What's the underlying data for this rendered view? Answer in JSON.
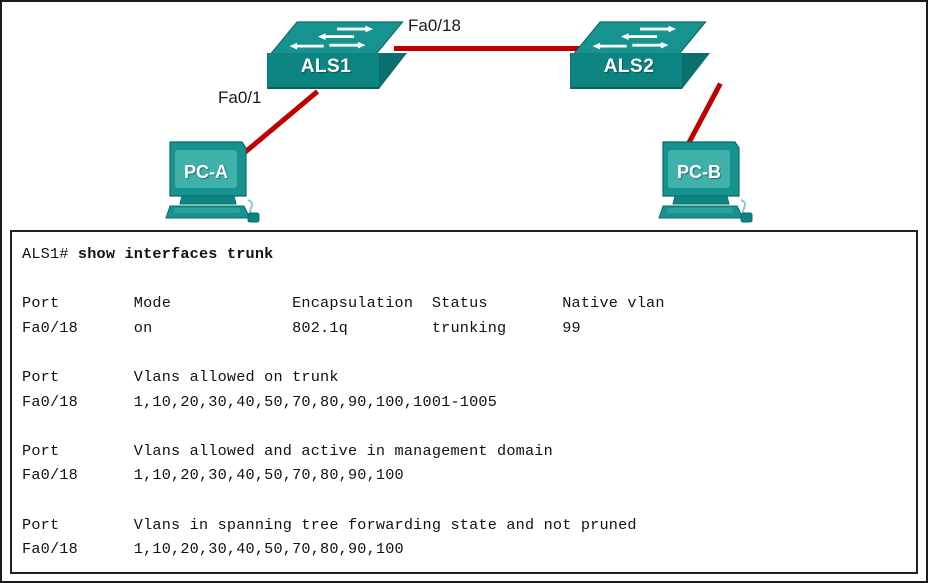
{
  "topology": {
    "devices": [
      {
        "id": "ALS1",
        "type": "switch",
        "label": "ALS1"
      },
      {
        "id": "ALS2",
        "type": "switch",
        "label": "ALS2"
      },
      {
        "id": "PC-A",
        "type": "pc",
        "label": "PC-A"
      },
      {
        "id": "PC-B",
        "type": "pc",
        "label": "PC-B"
      }
    ],
    "links": [
      {
        "from": "ALS1",
        "to": "ALS2",
        "label": "Fa0/18"
      },
      {
        "from": "ALS1",
        "to": "PC-A",
        "label": "Fa0/1"
      },
      {
        "from": "ALS2",
        "to": "PC-B",
        "label": ""
      }
    ],
    "labels": {
      "fa0_18": "Fa0/18",
      "fa0_1": "Fa0/1"
    },
    "colors": {
      "device_teal": "#0c8582",
      "device_teal_light": "#2aa19c",
      "link_red": "#c00000",
      "background": "#ffffff"
    }
  },
  "terminal": {
    "prompt": "ALS1#",
    "command": "show interfaces trunk",
    "sections": [
      {
        "headers": [
          "Port",
          "Mode",
          "Encapsulation",
          "Status",
          "Native vlan"
        ],
        "row": [
          "Fa0/18",
          "on",
          "802.1q",
          "trunking",
          "99"
        ]
      },
      {
        "headers": [
          "Port",
          "Vlans allowed on trunk"
        ],
        "row": [
          "Fa0/18",
          "1,10,20,30,40,50,70,80,90,100,1001-1005"
        ]
      },
      {
        "headers": [
          "Port",
          "Vlans allowed and active in management domain"
        ],
        "row": [
          "Fa0/18",
          "1,10,20,30,40,50,70,80,90,100"
        ]
      },
      {
        "headers": [
          "Port",
          "Vlans in spanning tree forwarding state and not pruned"
        ],
        "row": [
          "Fa0/18",
          "1,10,20,30,40,50,70,80,90,100"
        ]
      }
    ],
    "raw": "ALS1# show interfaces trunk\n\nPort        Mode             Encapsulation  Status        Native vlan\nFa0/18      on               802.1q         trunking      99\n\nPort        Vlans allowed on trunk\nFa0/18      1,10,20,30,40,50,70,80,90,100,1001-1005\n\nPort        Vlans allowed and active in management domain\nFa0/18      1,10,20,30,40,50,70,80,90,100\n\nPort        Vlans in spanning tree forwarding state and not pruned\nFa0/18      1,10,20,30,40,50,70,80,90,100"
  }
}
